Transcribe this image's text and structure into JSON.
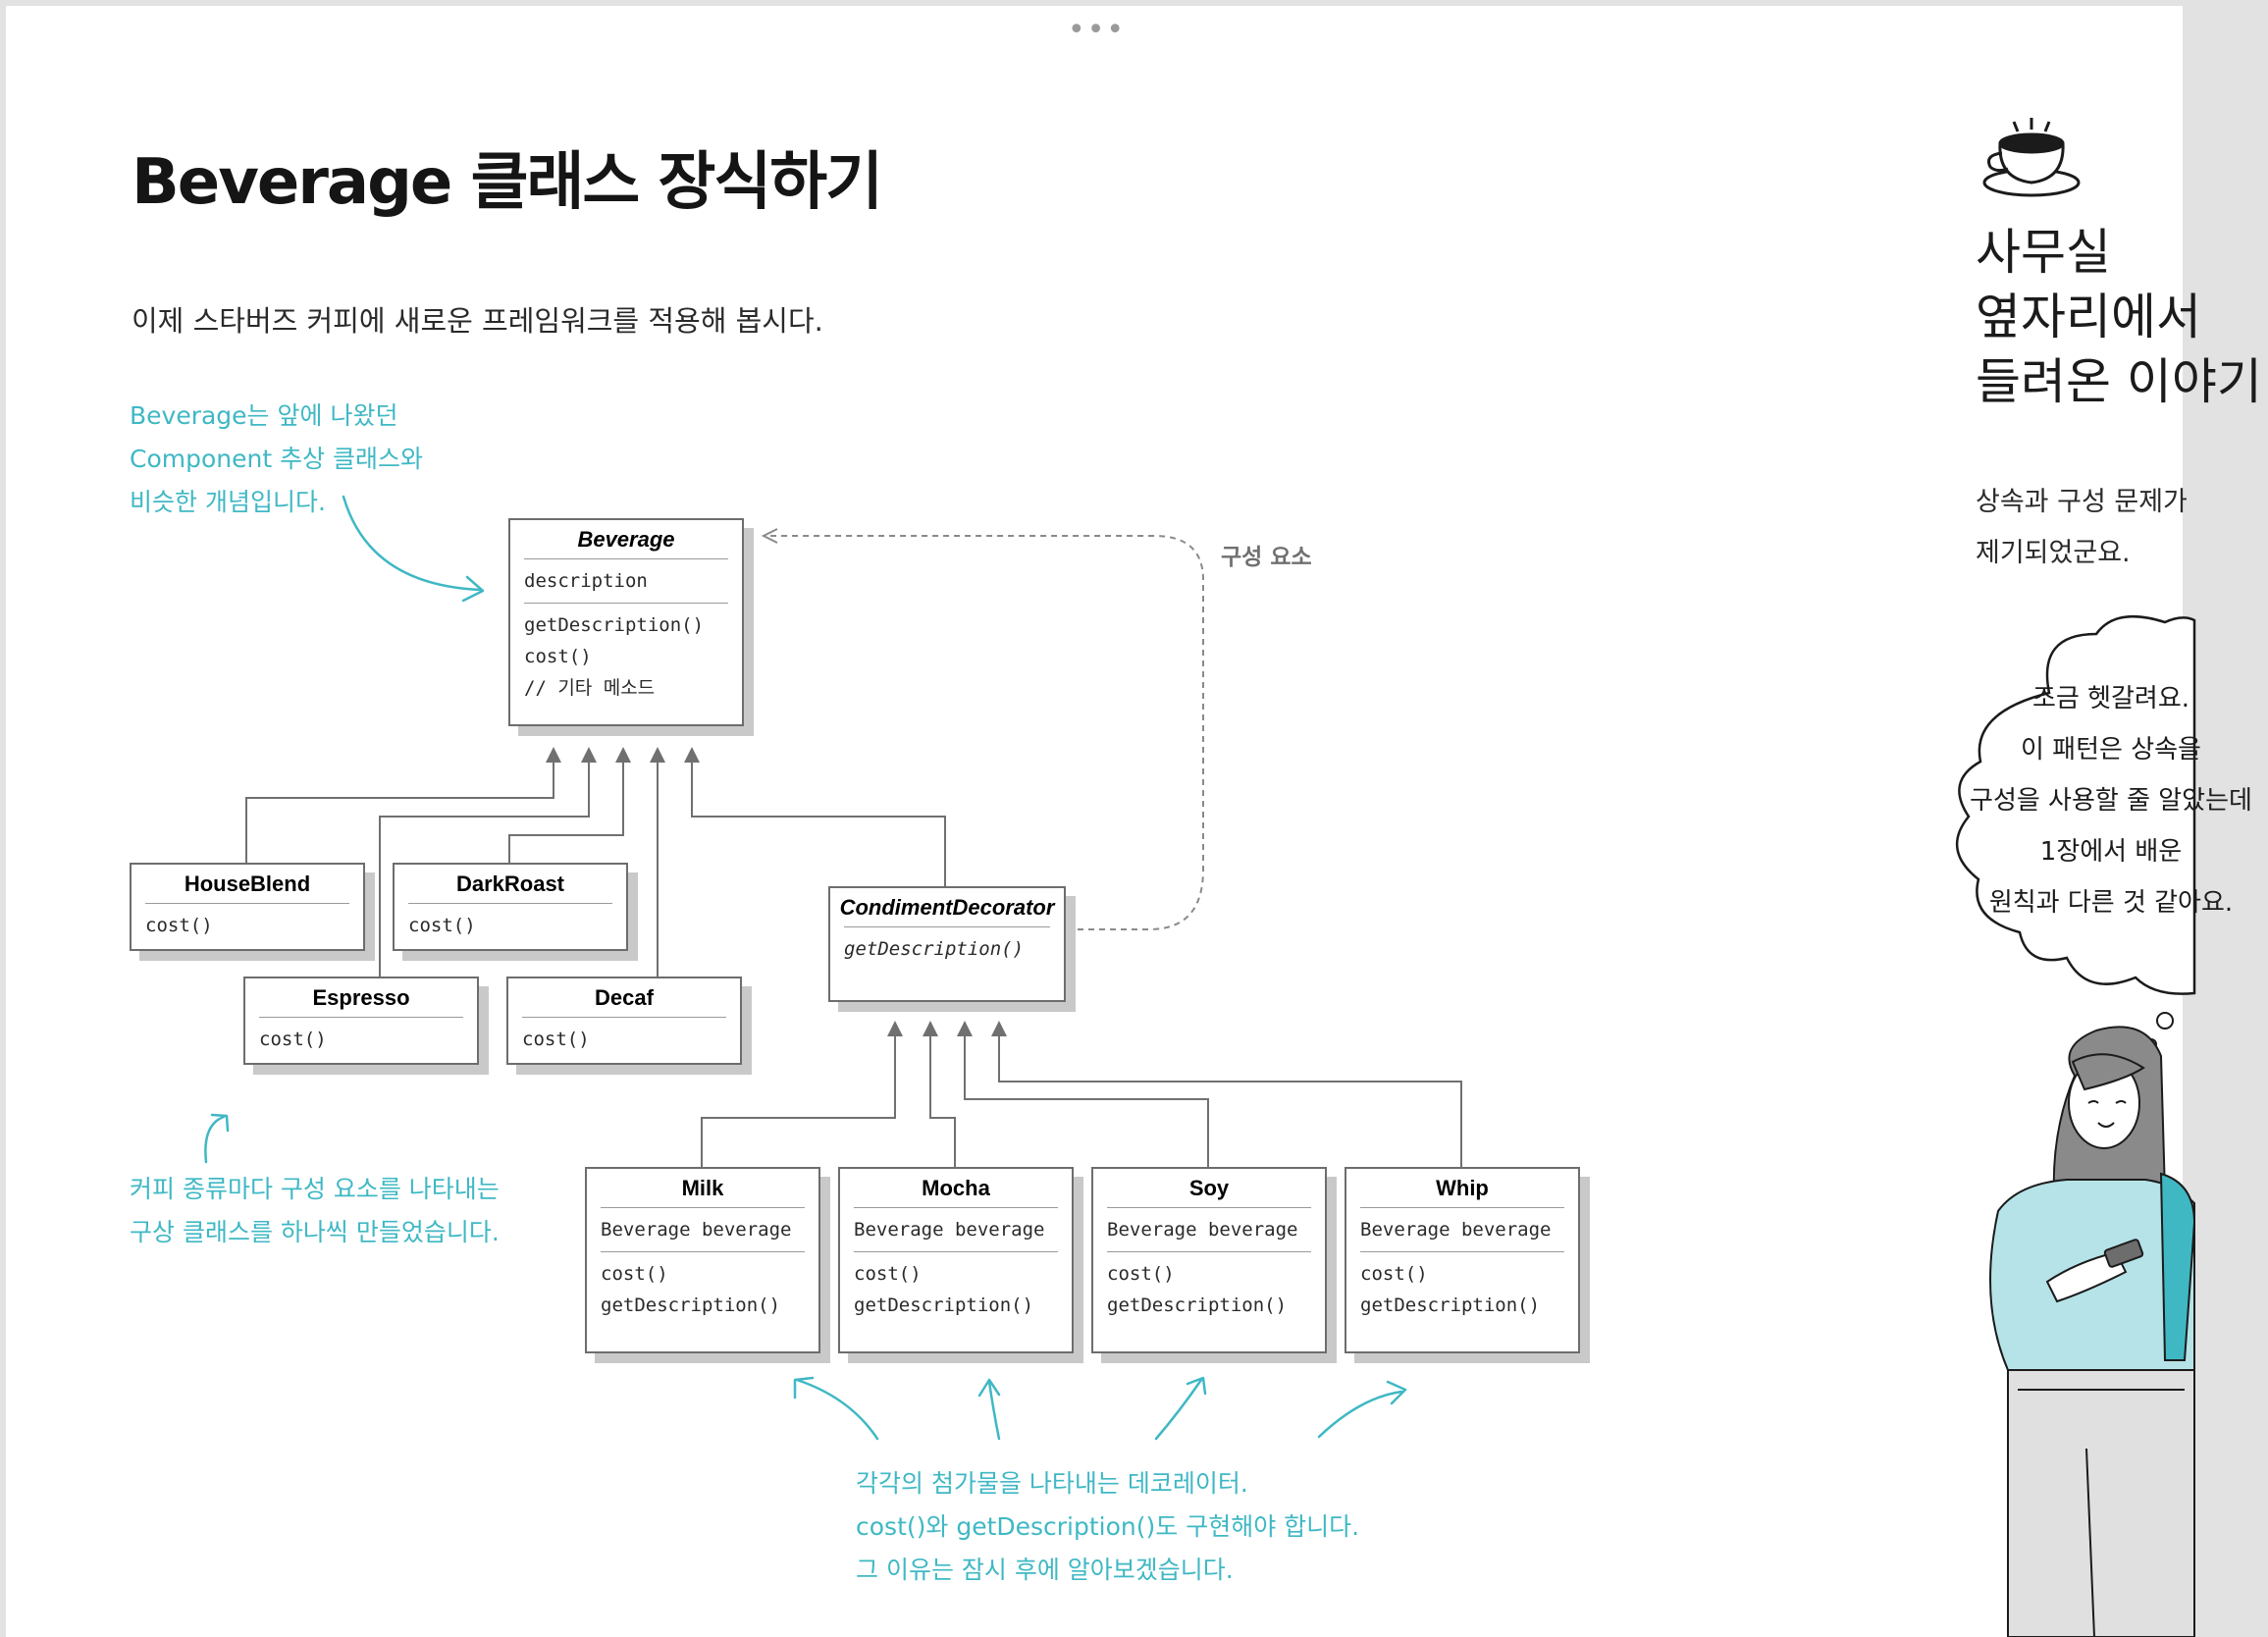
{
  "window": {
    "more_dots": "•••"
  },
  "page": {
    "title": "Beverage 클래스 장식하기",
    "intro": "이제 스타버즈 커피에 새로운 프레임워크를 적용해 봅시다."
  },
  "annotations": {
    "beverage_note": [
      "Beverage는 앞에 나왔던",
      "Component 추상 클래스와",
      "비슷한 개념입니다."
    ],
    "concrete_note": [
      "커피 종류마다 구성 요소를 나타내는",
      "구상 클래스를 하나씩 만들었습니다."
    ],
    "decorator_note": [
      "각각의 첨가물을 나타내는 데코레이터.",
      "cost()와 getDescription()도 구현해야 합니다.",
      "그 이유는 잠시 후에 알아보겠습니다."
    ],
    "component_label": "구성 요소"
  },
  "diagram": {
    "beverage": {
      "name": "Beverage",
      "fields": [
        "description"
      ],
      "methods": [
        "getDescription()",
        "cost()",
        "// 기타 메소드"
      ]
    },
    "house_blend": {
      "name": "HouseBlend",
      "methods": [
        "cost()"
      ]
    },
    "dark_roast": {
      "name": "DarkRoast",
      "methods": [
        "cost()"
      ]
    },
    "espresso": {
      "name": "Espresso",
      "methods": [
        "cost()"
      ]
    },
    "decaf": {
      "name": "Decaf",
      "methods": [
        "cost()"
      ]
    },
    "condiment_decorator": {
      "name": "CondimentDecorator",
      "methods": [
        "getDescription()"
      ]
    },
    "milk": {
      "name": "Milk",
      "fields": [
        "Beverage beverage"
      ],
      "methods": [
        "cost()",
        "getDescription()"
      ]
    },
    "mocha": {
      "name": "Mocha",
      "fields": [
        "Beverage beverage"
      ],
      "methods": [
        "cost()",
        "getDescription()"
      ]
    },
    "soy": {
      "name": "Soy",
      "fields": [
        "Beverage beverage"
      ],
      "methods": [
        "cost()",
        "getDescription()"
      ]
    },
    "whip": {
      "name": "Whip",
      "fields": [
        "Beverage beverage"
      ],
      "methods": [
        "cost()",
        "getDescription()"
      ]
    }
  },
  "sidebar": {
    "title_lines": [
      "사무실",
      "옆자리에서",
      "들려온 이야기"
    ],
    "body_lines": [
      "상속과 구성 문제가",
      "제기되었군요."
    ],
    "thought_lines": [
      "조금 헷갈려요.",
      "이 패턴은 상속을",
      "구성을 사용할 줄 알았는데",
      "1장에서 배운",
      "원칙과 다른 것 같아요."
    ]
  },
  "colors": {
    "accent": "#3fb8c4",
    "box_border": "#6d6d6d",
    "shadow": "#c9c9c9"
  }
}
